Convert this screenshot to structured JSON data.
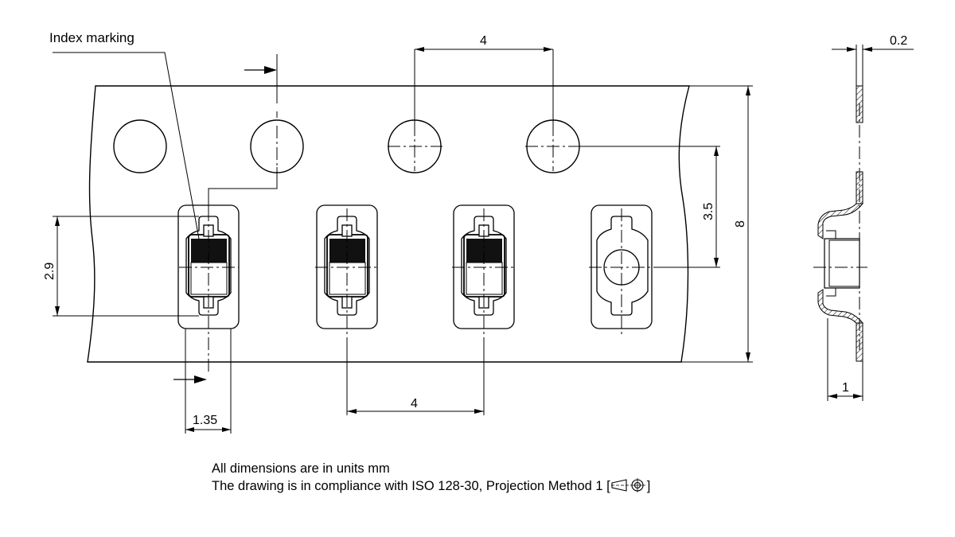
{
  "labels": {
    "index_marking": "Index marking",
    "dim_top_pitch": "4",
    "dim_bottom_pitch": "4",
    "dim_height": "2.9",
    "dim_width": "1.35",
    "dim_row_offset": "3.5",
    "dim_tape_width": "8",
    "dim_thickness": "0.2",
    "dim_depth": "1"
  },
  "notes": {
    "line1": "All dimensions are in units mm",
    "line2_prefix": "The drawing is in compliance with ISO 128-30, Projection Method 1 [",
    "line2_suffix": "]"
  },
  "icons": {
    "projection": "first-angle-projection-icon",
    "direction_arrow": "arrow-icon"
  }
}
